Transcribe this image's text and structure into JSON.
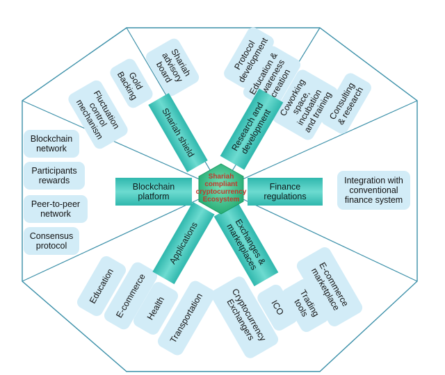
{
  "center": {
    "label": "Shariah\ncompliant\ncryptocurrency\nEcosystem"
  },
  "arms": {
    "shariah_shield": "Shariah shield",
    "research_development": "Research and\ndevelopment",
    "blockchain_platform": "Blockchain\nplatform",
    "finance_regulations": "Finance\nregulations",
    "applications": "Applications",
    "exchanges_marketplaces": "Exchanges &\nmarketplaces"
  },
  "sections": {
    "top_left": [
      "Fluctuation\ncontrol\nmechanism",
      "Gold\nBacking",
      "Shariah\nadvisory\nboard"
    ],
    "top_right": [
      "Protocol\ndevelopment",
      "Education &\nawareness\ncreation",
      "Coworking\nspace,\nincubation\nand training",
      "Consulting\n& research"
    ],
    "left": [
      "Blockchain\nnetwork",
      "Participants\nrewards",
      "Peer-to-peer\nnetwork",
      "Consensus\nprotocol"
    ],
    "right": [
      "Integration with\nconventional\nfinance system"
    ],
    "bottom_left": [
      "Education",
      "E-commerce",
      "Health",
      "Transportation"
    ],
    "bottom_right": [
      "Cryptocurrency\nExchangers",
      "ICO",
      "Trading\ntools",
      "E-commerce\nmarketplace"
    ]
  },
  "colors": {
    "box_fill": "#d2ecf7",
    "arm_fill": "#3cc1b6",
    "center_fill": "#28c28c",
    "center_text": "#c0392b",
    "outline": "#3a8fa8"
  }
}
